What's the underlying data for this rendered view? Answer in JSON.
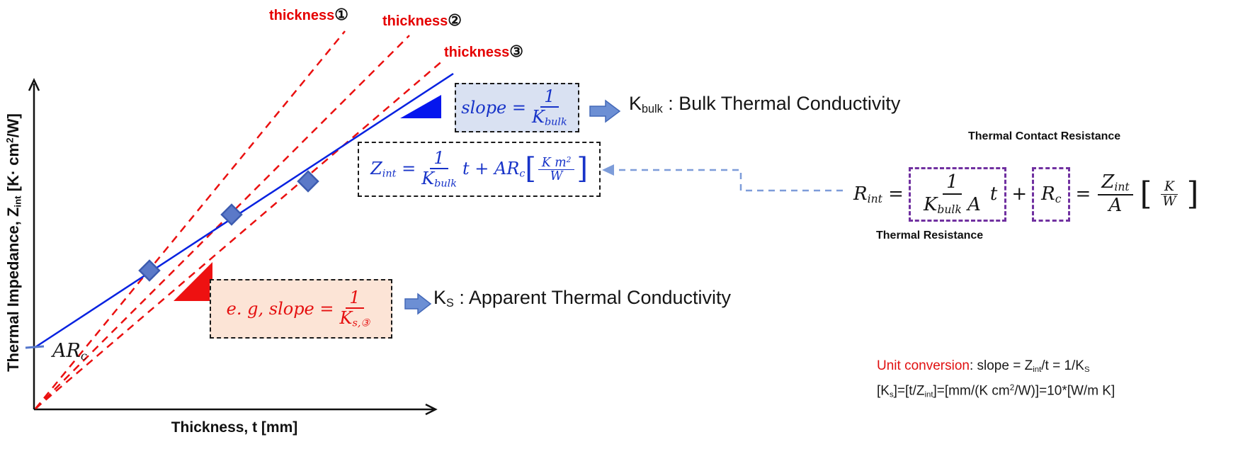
{
  "figure": {
    "axes": {
      "y_label": [
        {
          "t": "Thermal Impedance, Z"
        },
        {
          "t": "int",
          "m": "sub"
        },
        {
          "t": " [K· cm"
        },
        {
          "t": "2",
          "m": "sup"
        },
        {
          "t": "/W]"
        }
      ],
      "x_label": [
        {
          "t": "Thickness, t [mm]"
        }
      ],
      "intercept_label": [
        {
          "t": "AR"
        },
        {
          "t": "c",
          "m": "sub"
        }
      ]
    },
    "thickness_labels": [
      {
        "label": "thickness",
        "num": "①"
      },
      {
        "label": "thickness",
        "num": "②"
      },
      {
        "label": "thickness",
        "num": "③"
      }
    ],
    "slope_box": {
      "lhs": [
        {
          "t": "slope = "
        }
      ],
      "num": "1",
      "den": [
        {
          "t": "K"
        },
        {
          "t": "bulk",
          "m": "sub"
        }
      ]
    },
    "zint_box": {
      "lhs": [
        {
          "t": "Z"
        },
        {
          "t": "int",
          "m": "sub"
        },
        {
          "t": " = "
        }
      ],
      "num": "1",
      "den": [
        {
          "t": "K"
        },
        {
          "t": "bulk",
          "m": "sub"
        }
      ],
      "mid": [
        {
          "t": " t + AR"
        },
        {
          "t": "c",
          "m": "sub"
        }
      ],
      "unit_num": [
        {
          "t": "K m"
        },
        {
          "t": "2",
          "m": "sup"
        }
      ],
      "unit_den": [
        {
          "t": "W"
        }
      ]
    },
    "kbulk_caption": [
      {
        "t": "K"
      },
      {
        "t": "bulk",
        "m": "sub"
      },
      {
        "t": " : Bulk Thermal Conductivity"
      }
    ],
    "eg_box": {
      "lhs": [
        {
          "t": "e. g, slope = "
        }
      ],
      "num": "1",
      "den": [
        {
          "t": "K"
        },
        {
          "t": "s,③",
          "m": "sub"
        }
      ]
    },
    "ks_caption": [
      {
        "t": "K"
      },
      {
        "t": "S",
        "m": "sub"
      },
      {
        "t": " : Apparent Thermal Conductivity"
      }
    ],
    "rint": {
      "lhs": [
        {
          "t": "R"
        },
        {
          "t": "int",
          "m": "sub"
        },
        {
          "t": " ="
        }
      ],
      "box1_num": "1",
      "box1_den": [
        {
          "t": "K"
        },
        {
          "t": "bulk",
          "m": "sub"
        },
        {
          "t": " A"
        }
      ],
      "box1_after": [
        {
          "t": "t"
        }
      ],
      "plus": "+",
      "box2": [
        {
          "t": "R"
        },
        {
          "t": "c",
          "m": "sub"
        }
      ],
      "eq2": "=",
      "rhs_num": [
        {
          "t": "Z"
        },
        {
          "t": "int",
          "m": "sub"
        }
      ],
      "rhs_den": [
        {
          "t": "A"
        }
      ],
      "unit_num": [
        {
          "t": "K"
        }
      ],
      "unit_den": [
        {
          "t": "W"
        }
      ],
      "label_top": "Thermal Contact Resistance",
      "label_bottom": "Thermal Resistance"
    },
    "unit_conversion": {
      "heading": "Unit conversion",
      "line1_rest": [
        {
          "t": ": slope = Z"
        },
        {
          "t": "int",
          "m": "sub"
        },
        {
          "t": "/t = 1/K"
        },
        {
          "t": "S",
          "m": "sub"
        }
      ],
      "line2": [
        {
          "t": "[K"
        },
        {
          "t": "s",
          "m": "sub"
        },
        {
          "t": "]=[t/Z"
        },
        {
          "t": "int",
          "m": "sub"
        },
        {
          "t": "]=[mm/(K cm"
        },
        {
          "t": "2",
          "m": "sup"
        },
        {
          "t": "/W)]=10*[W/m K]"
        }
      ]
    },
    "symbols": {
      "open": "[",
      "close": "]"
    },
    "colors": {
      "red": "#E51010",
      "formula_blue": "#1733C8",
      "line_blue": "#0722E0",
      "purple": "#7030A0",
      "slope_box_fill": "#D9E1F2",
      "eg_box_fill": "#FCE4D6",
      "block_arrow": "#6C8FD4",
      "connector": "#7D9CD9",
      "marker_fill": "#5B79C8",
      "marker_stroke": "#3D5CB0"
    }
  }
}
